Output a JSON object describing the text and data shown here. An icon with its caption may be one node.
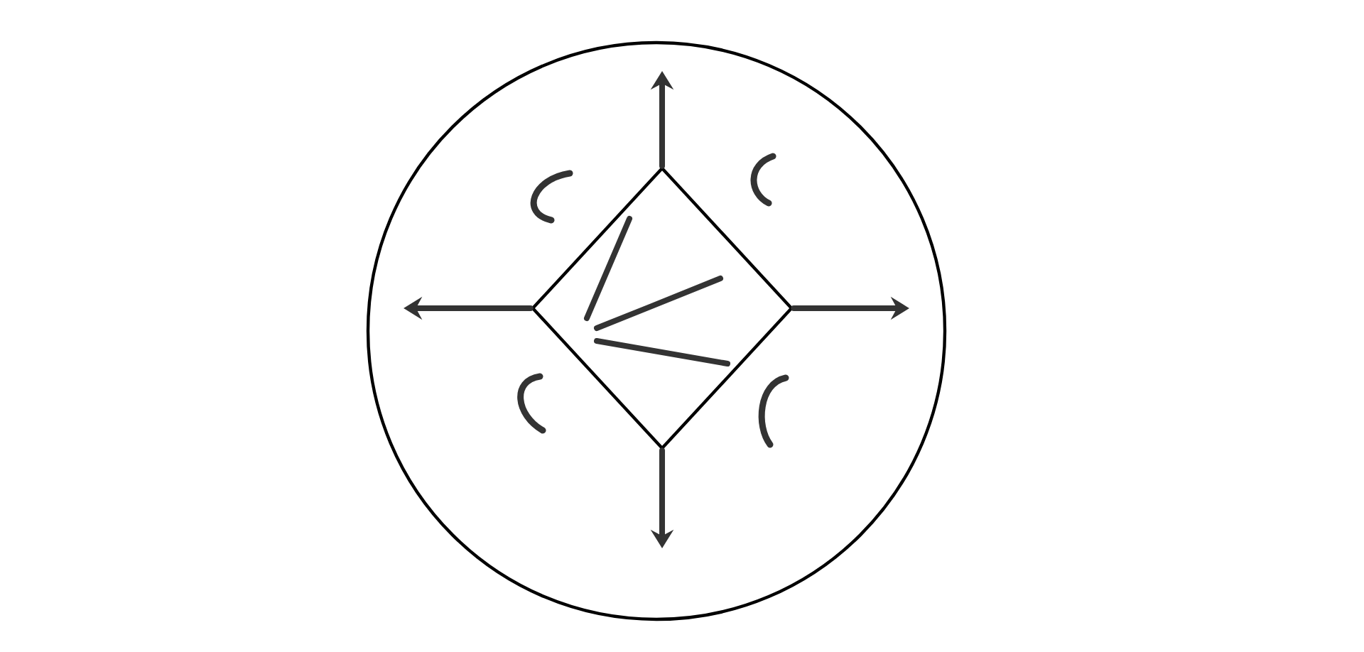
{
  "diagram": {
    "nodes": [
      {
        "text": [],
        "shape": "circle"
      },
      {
        "text": [],
        "shape": "diamond",
        "in": 0
      }
    ],
    "edges": [
      {
        "from": 1,
        "to": null,
        "arrow": "to"
      },
      {
        "from": 1,
        "to": null,
        "arrow": "to"
      },
      {
        "from": 1,
        "to": null,
        "arrow": "to"
      },
      {
        "from": 1,
        "to": null,
        "arrow": "to"
      }
    ]
  }
}
